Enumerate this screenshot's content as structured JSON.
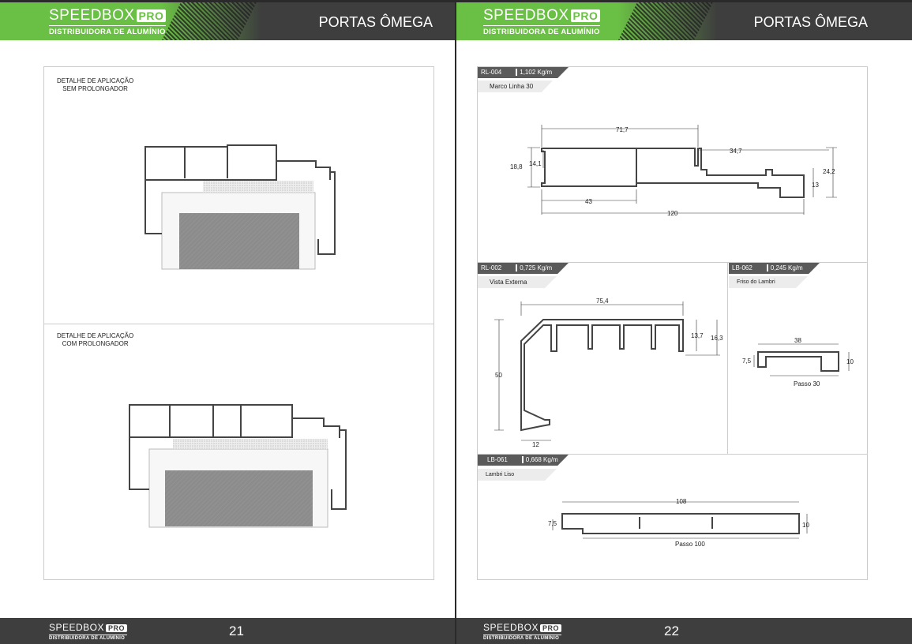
{
  "brand": {
    "name": "SPEEDBOX",
    "pro": "PRO",
    "tagline": "DISTRIBUIDORA DE ALUMÍNIO"
  },
  "pages": [
    {
      "title": "PORTAS ÔMEGA",
      "page_number": "21",
      "details": [
        {
          "caption_line1": "DETALHE DE APLICAÇÃO",
          "caption_line2": "SEM PROLONGADOR"
        },
        {
          "caption_line1": "DETALHE DE APLICAÇÃO",
          "caption_line2": "COM PROLONGADOR"
        }
      ]
    },
    {
      "title": "PORTAS ÔMEGA",
      "page_number": "22",
      "profiles": [
        {
          "code": "RL-004",
          "weight": "1,102 Kg/m",
          "name": "Marco Linha 30",
          "dims": [
            "71,7",
            "34,7",
            "18,8",
            "14,1",
            "24,2",
            "13",
            "43",
            "120"
          ]
        },
        {
          "code": "RL-002",
          "weight": "0,725 Kg/m",
          "name": "Vista Externa",
          "dims": [
            "75,4",
            "13,7",
            "16,3",
            "50",
            "12"
          ]
        },
        {
          "code": "LB-062",
          "weight": "0,245 Kg/m",
          "name": "Friso do Lambri",
          "dims": [
            "38",
            "7,5",
            "10",
            "Passo 30"
          ]
        },
        {
          "code": "LB-061",
          "weight": "0,668 Kg/m",
          "name": "Lambri Liso",
          "dims": [
            "108",
            "7,5",
            "10",
            "Passo 100"
          ]
        }
      ]
    }
  ]
}
